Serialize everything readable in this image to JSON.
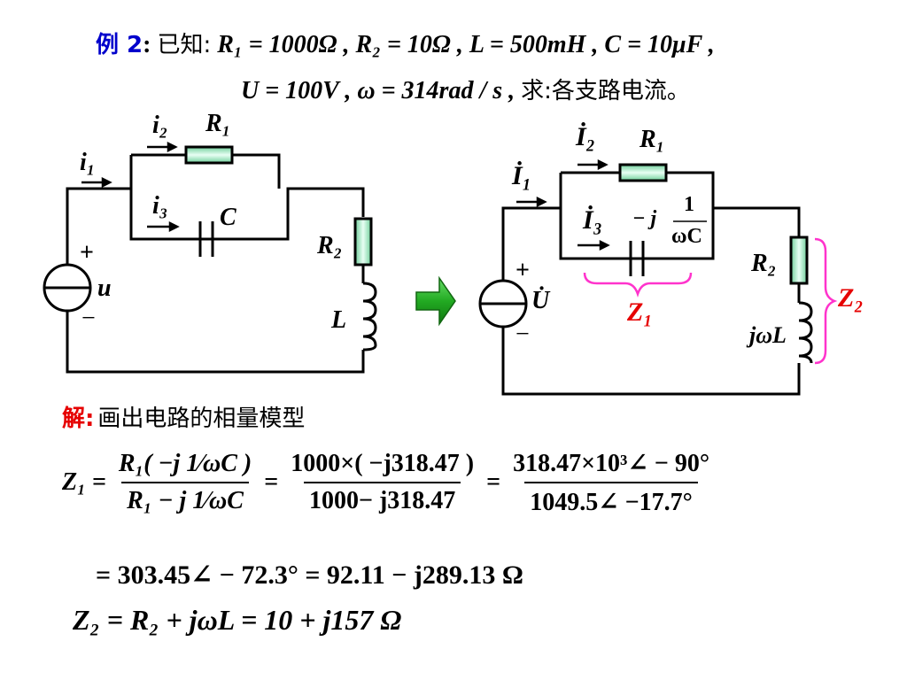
{
  "problem": {
    "example_label": "例 2",
    "known_label": "已知:",
    "line1": "R₁ = 1000Ω , R₂ = 10Ω , L = 500mH , C = 10μF ,",
    "line2_math": "U = 100V , ω = 314rad / s ,",
    "line2_ask": "求:各支路电流。"
  },
  "left_circuit": {
    "i1": "i₁",
    "i2": "i₂",
    "i3": "i₃",
    "R1": "R₁",
    "C": "C",
    "R2": "R₂",
    "L": "L",
    "plus": "+",
    "minus": "−",
    "u": "u"
  },
  "right_circuit": {
    "I1": "İ₁",
    "I2": "İ₂",
    "I3": "İ₃",
    "R1": "R₁",
    "cap_num": "1",
    "cap_prefix": "− j",
    "cap_den": "ωC",
    "R2": "R₂",
    "jwL": "jωL",
    "Z1": "Z₁",
    "Z2": "Z₂",
    "plus": "+",
    "minus": "−",
    "U": "U̇"
  },
  "solution": {
    "label": "解:",
    "text": "画出电路的相量模型",
    "z1_lhs": "Z₁ =",
    "f1_num": "R₁( −j 1⁄ωC )",
    "f1_den": "R₁ − j 1⁄ωC",
    "f2_num": "1000×( −j318.47 )",
    "f2_den": "1000− j318.47",
    "f3_num": "318.47×10³∠ − 90°",
    "f3_den": "1049.5∠ −17.7°",
    "eq": "=",
    "line2": "= 303.45∠ − 72.3° = 92.11 − j289.13 Ω",
    "line3": "Z₂ = R₂ + jωL = 10 + j157 Ω"
  },
  "colors": {
    "label_blue": "#0000cc",
    "label_red": "#e60000",
    "brace_magenta": "#ff33cc",
    "arrow_green": "#22aa22",
    "resistor_fill": "#b8f0d8"
  }
}
